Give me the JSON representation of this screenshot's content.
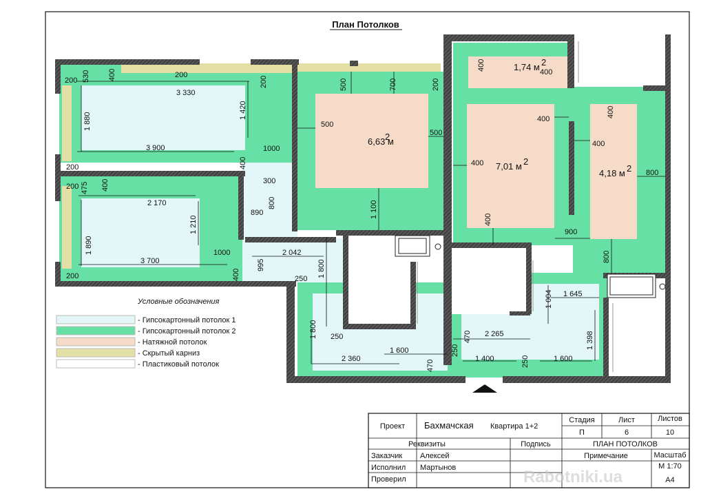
{
  "plan": {
    "title": "План Потолков",
    "areas": {
      "a1": "6,63 м",
      "a2": "1,74 м",
      "a3": "7,01 м",
      "a4": "4,18 м",
      "sup": "2"
    },
    "dims": {
      "d200a": "200",
      "d530": "530",
      "d400a": "400",
      "d200b": "200",
      "d3330": "3 330",
      "d200c": "200",
      "d1420": "1 420",
      "d1880": "1 880",
      "d200d": "200",
      "d3900": "3 900",
      "d1000a": "1000",
      "d400b": "400",
      "d200e": "200",
      "d500a": "500",
      "d700": "700",
      "d200f": "200",
      "d500b": "500",
      "d500c": "500",
      "d1100": "1 100",
      "d400c": "400",
      "d400d": "400",
      "d400e": "400",
      "d400f": "400",
      "d400g": "400",
      "d400h": "400",
      "d800a": "800",
      "d400i": "400",
      "d900": "900",
      "d800b": "800",
      "d200g": "200",
      "d475": "475",
      "d400j": "400",
      "d2170": "2 170",
      "d1210": "1 210",
      "d1890": "1 890",
      "d1000b": "1000",
      "d3700": "3 700",
      "d200h": "200",
      "d400k": "400",
      "d300": "300",
      "d800c": "800",
      "d890": "890",
      "d995": "995",
      "d2042": "2 042",
      "d1800a": "1 800",
      "d250a": "250",
      "d1800b": "1 800",
      "d250b": "250",
      "d2360": "2 360",
      "d1600a": "1 600",
      "d470a": "470",
      "d250c": "250",
      "d470b": "470",
      "d2265": "2 265",
      "d1004": "1 004",
      "d1645": "1 645",
      "d1398": "1 398",
      "d1400": "1 400",
      "d250d": "250",
      "d1600b": "1 600"
    }
  },
  "legend": {
    "title": "Условные обозначения",
    "items": [
      {
        "label": "- Гипсокартонный потолок 1",
        "color": "#e3f6f8"
      },
      {
        "label": "- Гипсокартонный потолок 2",
        "color": "#66e0a4"
      },
      {
        "label": "- Натяжной потолок",
        "color": "#f6dcc8"
      },
      {
        "label": "- Скрытый карниз",
        "color": "#e4dfa4"
      },
      {
        "label": "- Пластиковый потолок",
        "color": "#ffffff"
      }
    ]
  },
  "title_block": {
    "project_label": "Проект",
    "project_name": "Бахмачская",
    "project_object": "Квартира 1+2",
    "stage_label": "Стадия",
    "sheet_label": "Лист",
    "sheets_label": "Листов",
    "stage_value": "П",
    "sheet_value": "6",
    "sheets_value": "10",
    "requisites_label": "Реквизиты",
    "signature_label": "Подпись",
    "drawing_title": "ПЛАН ПОТОЛКОВ",
    "customer_label": "Заказчик",
    "customer_value": "Алексей",
    "note_label": "Примечание",
    "scale_label": "Масштаб",
    "executor_label": "Исполнил",
    "executor_value": "Мартынов",
    "scale_value": "М 1:70",
    "checked_label": "Проверил",
    "format_value": "А4",
    "watermark": "Rabotniki.ua"
  },
  "colors": {
    "gkl1": "#e3f6f8",
    "gkl2": "#66e0a4",
    "stretch": "#f6dcc8",
    "cornice": "#e4dfa4",
    "wall": "#3d3d3d"
  }
}
